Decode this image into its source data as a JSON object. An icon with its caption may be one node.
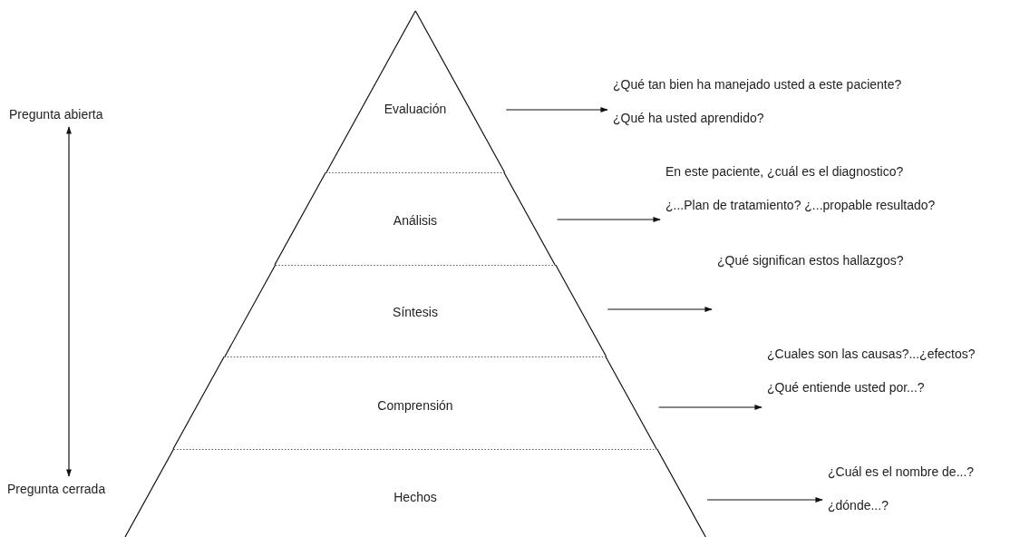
{
  "diagram": {
    "nodes": [
      {
        "text": [
          "Pregunta abierta"
        ]
      },
      {
        "text": [
          "Evaluación"
        ]
      },
      {
        "text": [
          "¿Qué tan bien ha manejado usted a este paciente?",
          "¿Qué ha usted aprendido?"
        ]
      },
      {
        "text": [
          "Análisis"
        ]
      },
      {
        "text": [
          "En este paciente, ¿cuál es el diagnostico?",
          "¿...Plan de tratamiento? ¿...propable resultado?"
        ]
      },
      {
        "text": [
          "Síntesis"
        ]
      },
      {
        "text": [
          "¿Qué significan estos hallazgos?"
        ]
      },
      {
        "text": [
          "Comprensión"
        ]
      },
      {
        "text": [
          "¿Cuales son las causas?...¿efectos?",
          "¿Qué entiende usted por...?"
        ]
      },
      {
        "text": [
          "Pregunta cerrada"
        ]
      },
      {
        "text": [
          "Hechos"
        ]
      },
      {
        "text": [
          "¿Cuál es el nombre de...?",
          "¿dónde...?"
        ]
      }
    ],
    "edges": [
      {
        "from": 0,
        "to": 9,
        "arrow": "both"
      },
      {
        "from": 1,
        "to": 2,
        "arrow": "to"
      },
      {
        "from": 3,
        "to": 4,
        "arrow": "to"
      },
      {
        "from": 5,
        "to": 6,
        "arrow": "to"
      },
      {
        "from": 7,
        "to": 8,
        "arrow": "to"
      },
      {
        "from": 10,
        "to": 11,
        "arrow": "to"
      }
    ]
  }
}
